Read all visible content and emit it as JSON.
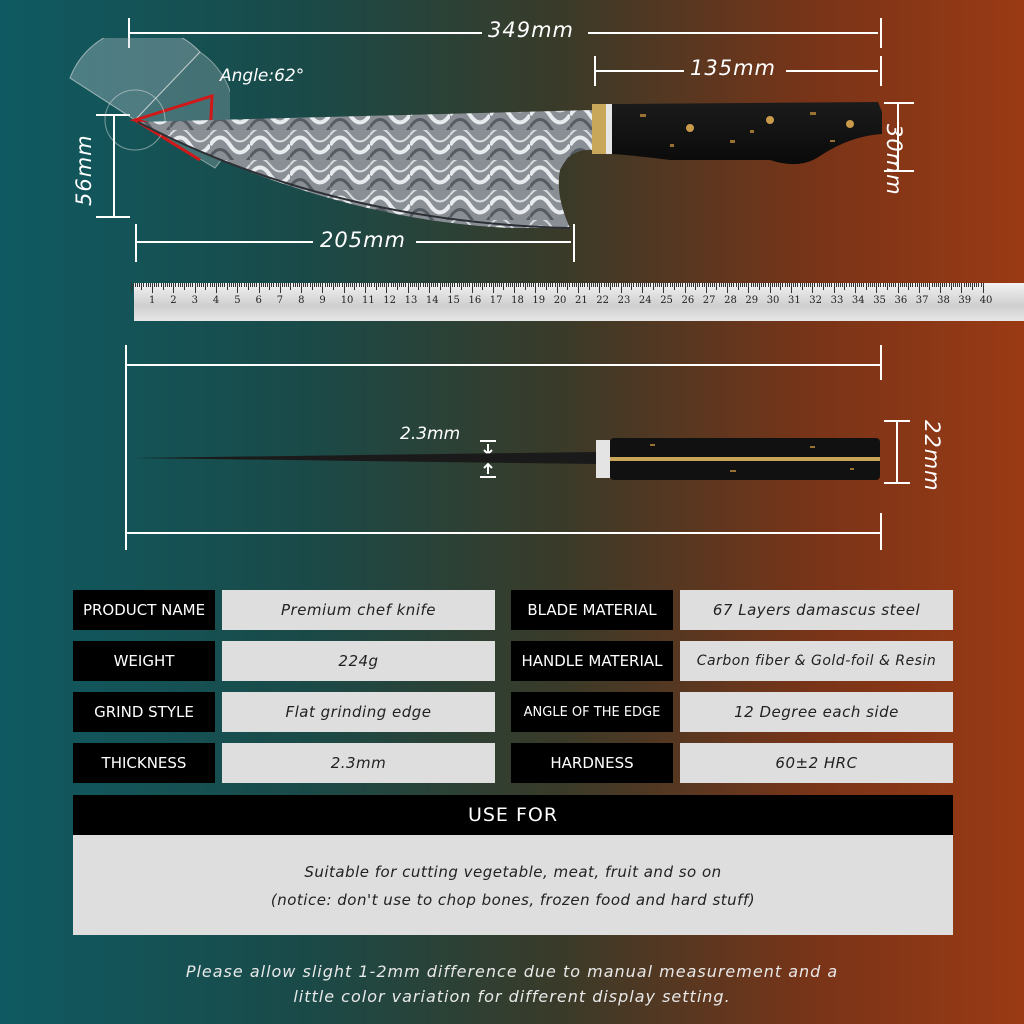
{
  "dimensions": {
    "overall_length": "349mm",
    "handle_length": "135mm",
    "handle_height": "30mm",
    "blade_height": "56mm",
    "blade_length": "205mm",
    "angle": "Angle:62°",
    "thickness": "2.3mm",
    "handle_thickness": "22mm"
  },
  "ruler": {
    "numbers": [
      "1",
      "2",
      "3",
      "4",
      "5",
      "6",
      "7",
      "8",
      "9",
      "10",
      "11",
      "12",
      "13",
      "14",
      "15",
      "16",
      "17",
      "18",
      "19",
      "20",
      "21",
      "22",
      "23",
      "24",
      "25",
      "26",
      "27",
      "28",
      "29",
      "30",
      "31",
      "32",
      "33",
      "34",
      "35",
      "36",
      "37",
      "38",
      "39",
      "40"
    ]
  },
  "specs": {
    "product_name_label": "PRODUCT NAME",
    "product_name_value": "Premium chef knife",
    "blade_material_label": "BLADE MATERIAL",
    "blade_material_value": "67 Layers damascus steel",
    "weight_label": "WEIGHT",
    "weight_value": "224g",
    "handle_material_label": "HANDLE MATERIAL",
    "handle_material_value": "Carbon fiber & Gold-foil & Resin",
    "grind_style_label": "GRIND STYLE",
    "grind_style_value": "Flat grinding edge",
    "angle_label": "ANGLE OF THE EDGE",
    "angle_value": "12 Degree each side",
    "thickness_label": "THICKNESS",
    "thickness_value": "2.3mm",
    "hardness_label": "HARDNESS",
    "hardness_value": "60±2 HRC"
  },
  "use_for": {
    "title": "USE FOR",
    "line1": "Suitable for cutting  vegetable, meat, fruit and so on",
    "line2": "(notice: don't use to chop bones, frozen food and hard stuff)"
  },
  "note": {
    "line1": "Please allow slight 1-2mm difference due to manual measurement and a",
    "line2": "little color variation for different display setting."
  },
  "colors": {
    "accent_red": "#d01818",
    "label_bg": "#000000",
    "value_bg": "#dedede"
  }
}
